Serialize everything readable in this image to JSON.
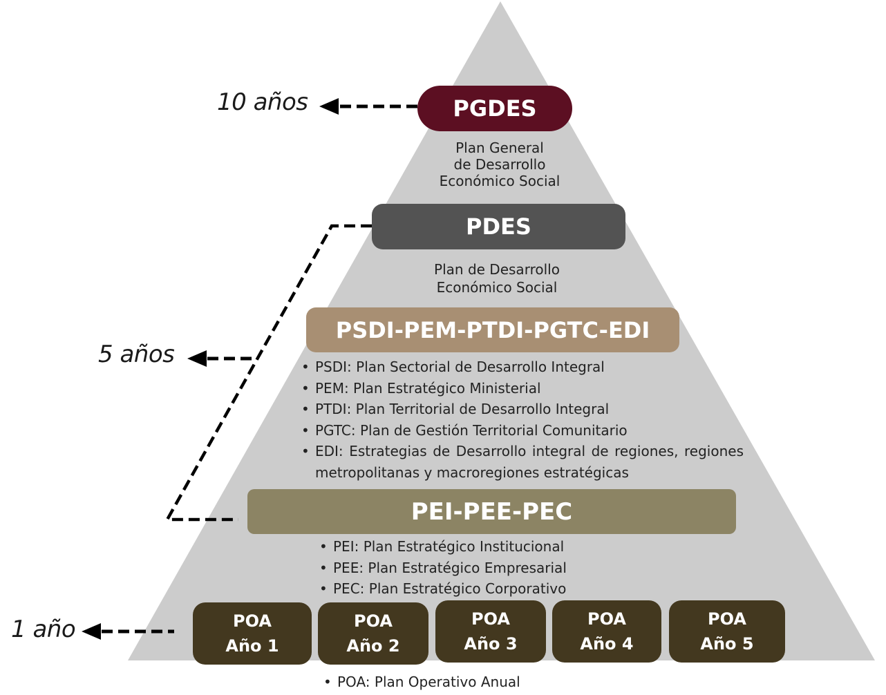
{
  "colors": {
    "pyramid": "#cccccc",
    "pgdes": "#5c0f22",
    "pdes": "#535353",
    "psdi": "#a88f73",
    "pei": "#8c8464",
    "poa": "#43381f",
    "connector": "#000000"
  },
  "timeframes": {
    "ten_years": "10 años",
    "five_years": "5 años",
    "one_year": "1 año"
  },
  "levels": {
    "pgdes": {
      "title": "PGDES",
      "description": [
        "Plan General",
        "de Desarrollo",
        "Económico Social"
      ]
    },
    "pdes": {
      "title": "PDES",
      "description": [
        "Plan de Desarrollo",
        "Económico Social"
      ]
    },
    "sectoral": {
      "title": "PSDI-PEM-PTDI-PGTC-EDI",
      "items": [
        "PSDI: Plan Sectorial de Desarrollo Integral",
        "PEM: Plan Estratégico Ministerial",
        "PTDI: Plan Territorial de Desarrollo Integral",
        "PGTC: Plan de Gestión Territorial Comunitario",
        "EDI: Estrategias de Desarrollo integral de regiones, regiones metropolitanas y macroregiones estratégicas"
      ]
    },
    "institutional": {
      "title": "PEI-PEE-PEC",
      "items": [
        "PEI: Plan Estratégico Institucional",
        "PEE: Plan Estratégico Empresarial",
        "PEC: Plan Estratégico Corporativo"
      ]
    },
    "poa": {
      "boxes": [
        {
          "line1": "POA",
          "line2": "Año 1"
        },
        {
          "line1": "POA",
          "line2": "Año 2"
        },
        {
          "line1": "POA",
          "line2": "Año 3"
        },
        {
          "line1": "POA",
          "line2": "Año 4"
        },
        {
          "line1": "POA",
          "line2": "Año 5"
        }
      ],
      "footnote": "POA: Plan Operativo Anual"
    }
  }
}
